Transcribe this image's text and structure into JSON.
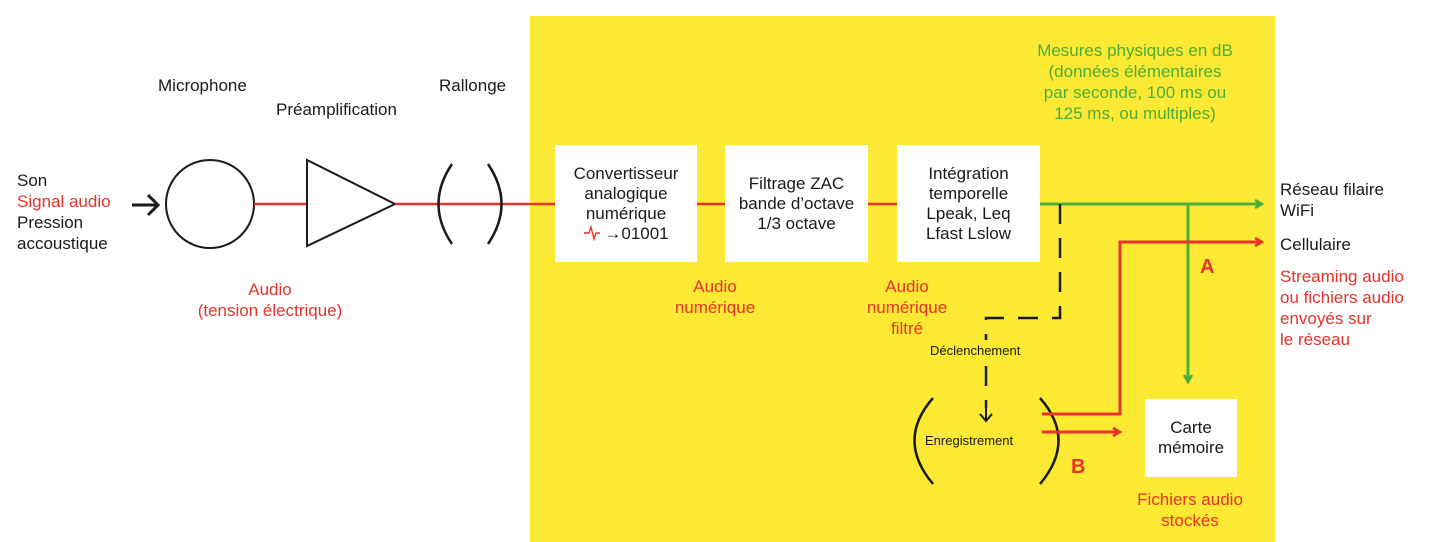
{
  "colors": {
    "signal": "#e8322a",
    "network": "#4cae3a",
    "panel": "#fbe933",
    "line": "#1a1a1a"
  },
  "input": {
    "line1": "Son",
    "line2": "Signal audio",
    "line3": "Pression",
    "line4": "accoustique"
  },
  "labels": {
    "microphone": "Microphone",
    "preamp": "Préamplification",
    "rallonge": "Rallonge",
    "audio_tension_1": "Audio",
    "audio_tension_2": "(tension électrique)",
    "audio_num_1": "Audio",
    "audio_num_2": "numérique",
    "audio_filt_1": "Audio",
    "audio_filt_2": "numérique",
    "audio_filt_3": "filtré",
    "declenchement": "Déclenchement",
    "enregistrement": "Enregistrement"
  },
  "boxes": {
    "convertisseur": {
      "l1": "Convertisseur",
      "l2": "analogique",
      "l3": "numérique",
      "l4": "→01001"
    },
    "filtrage": {
      "l1": "Filtrage ZAC",
      "l2": "bande d’octave",
      "l3": "1/3 octave"
    },
    "integration": {
      "l1": "Intégration",
      "l2": "temporelle",
      "l3": "Lpeak, Leq",
      "l4": "Lfast Lslow"
    },
    "carte": {
      "l1": "Carte",
      "l2": "mémoire"
    }
  },
  "mesures": {
    "l1": "Mesures physiques en dB",
    "l2": "(données élémentaires",
    "l3": "par seconde, 100 ms ou",
    "l4": "125 ms, ou multiples)"
  },
  "outputs": {
    "reseau_1": "Réseau filaire",
    "reseau_2": "WiFi",
    "cellulaire": "Cellulaire",
    "streaming_1": "Streaming audio",
    "streaming_2": "ou fichiers audio",
    "streaming_3": "envoyés sur",
    "streaming_4": "le réseau",
    "fichiers_1": "Fichiers audio",
    "fichiers_2": "stockés"
  },
  "markers": {
    "a": "A",
    "b": "B"
  }
}
